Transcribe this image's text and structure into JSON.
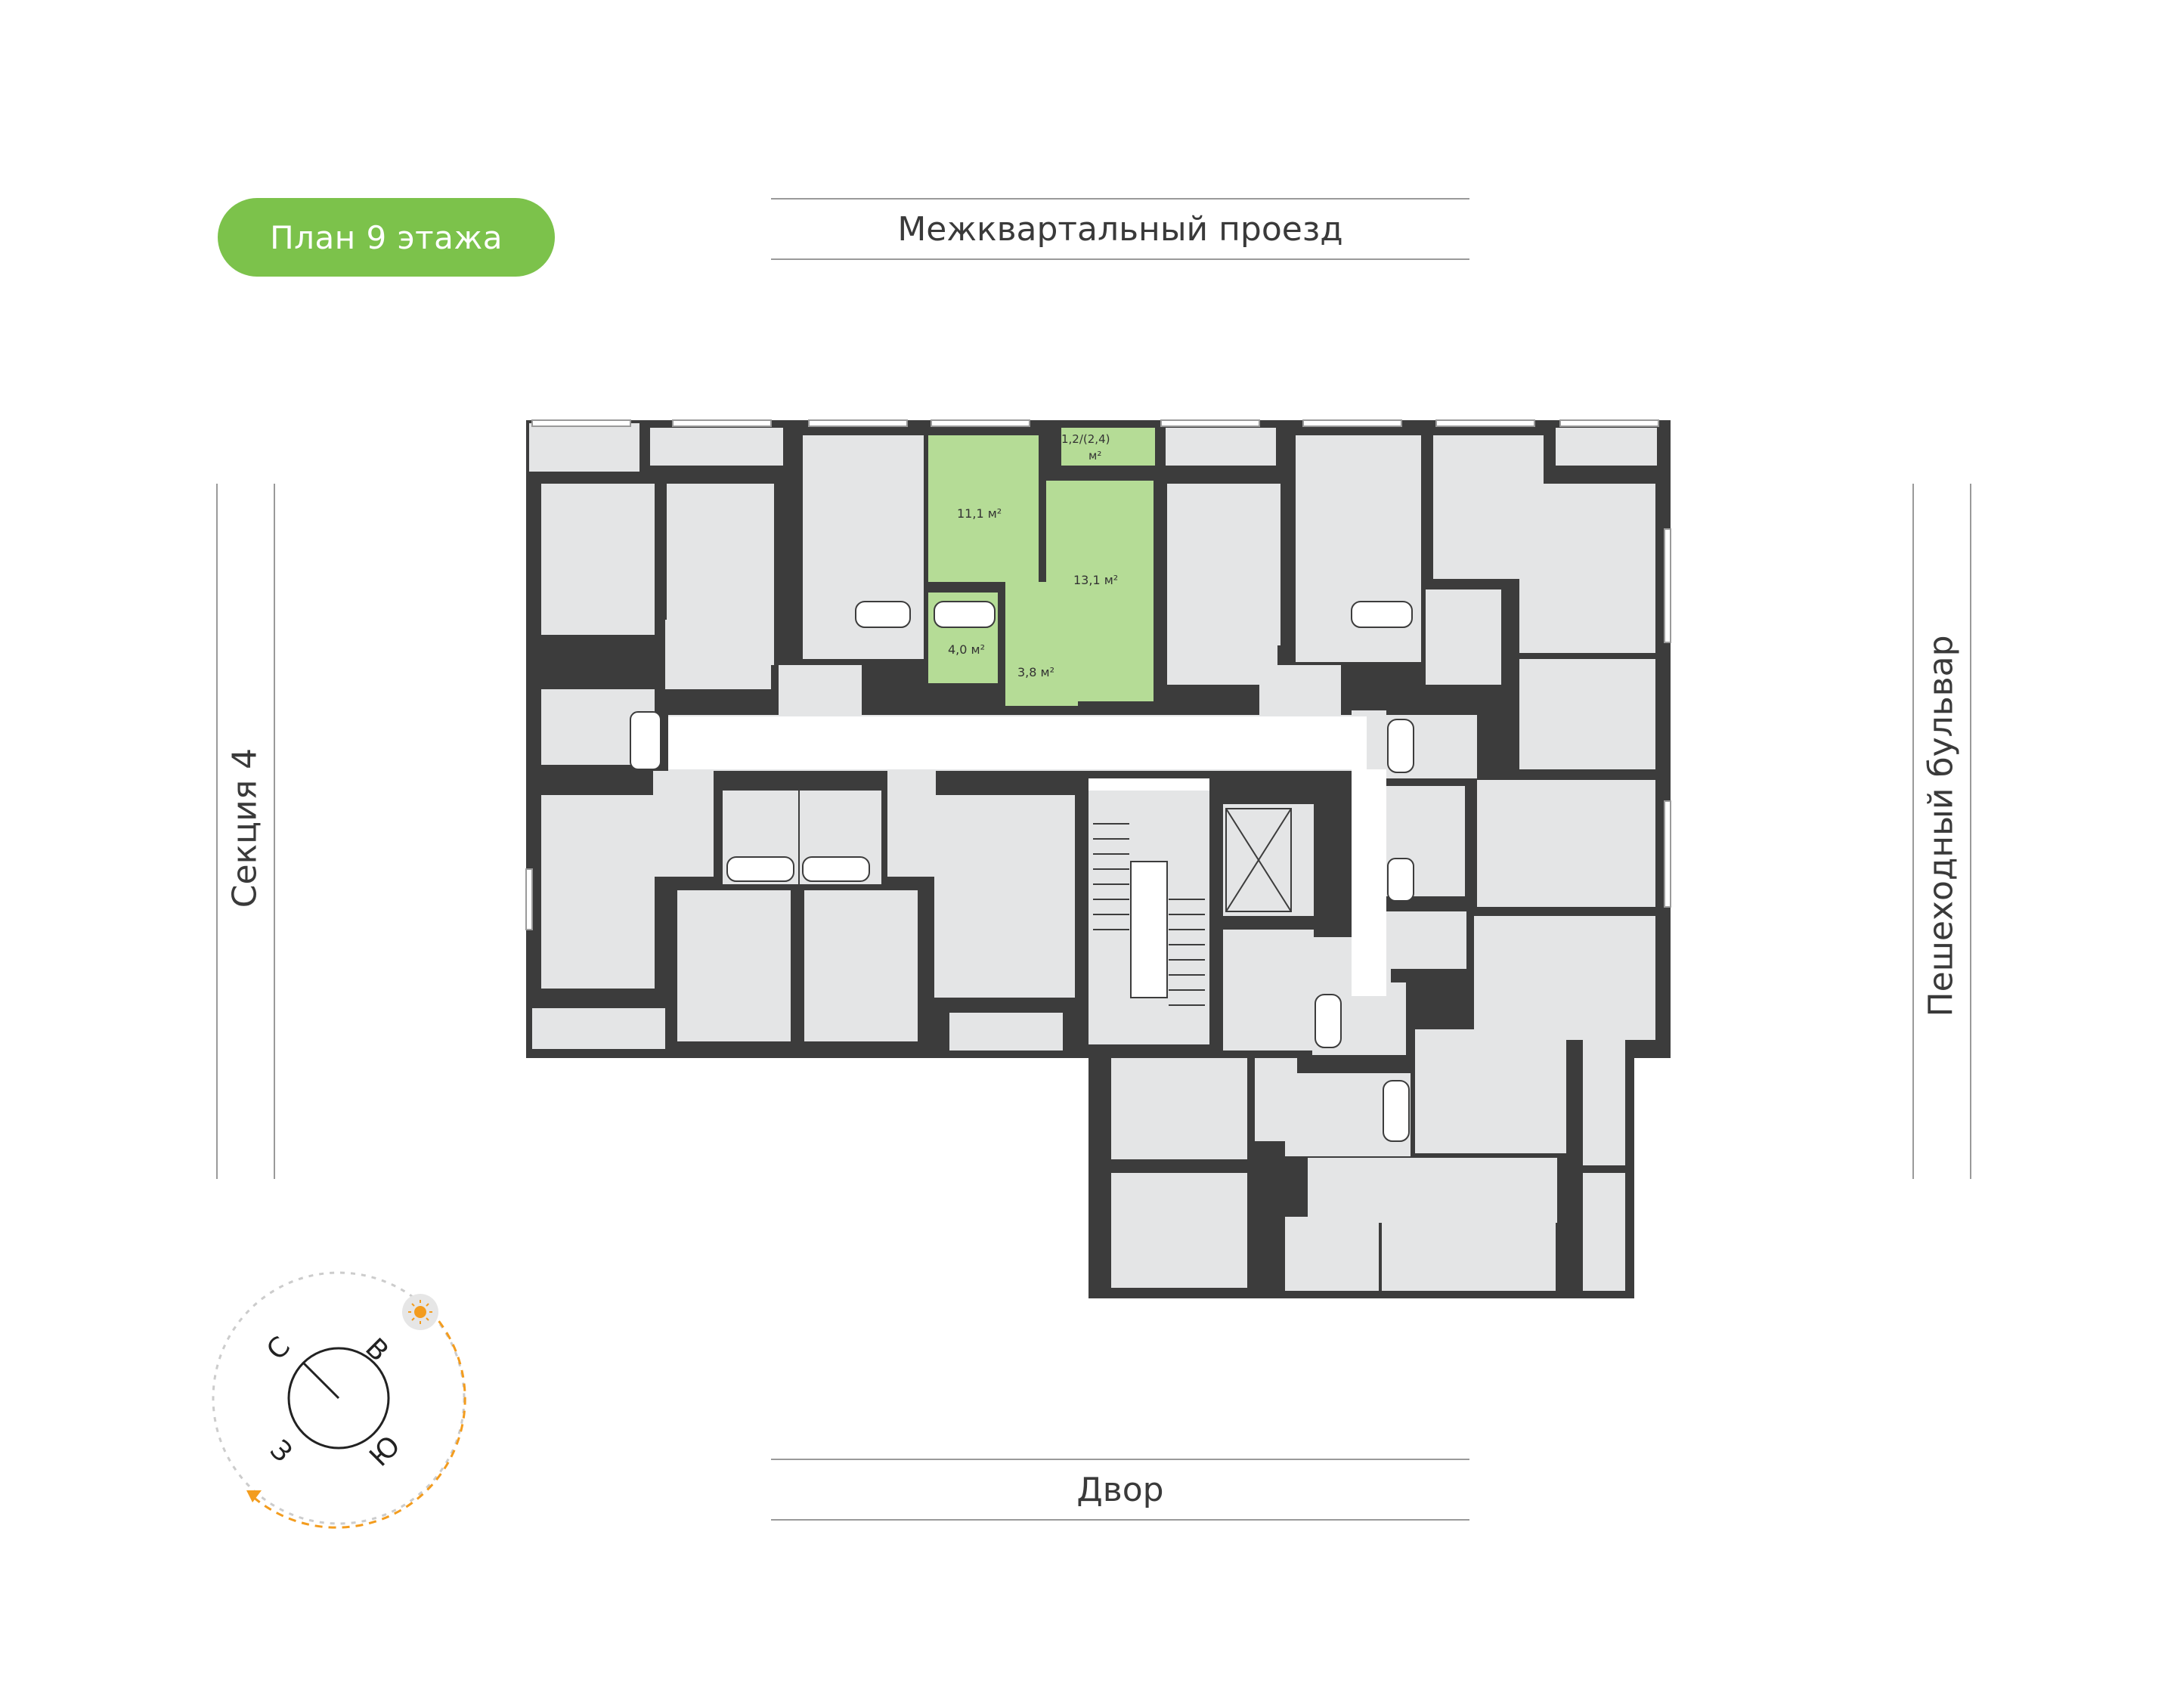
{
  "floor_label": "План 9 этажа",
  "streets": {
    "north": "Межквартальный проезд",
    "south": "Двор",
    "west": "Секция 4",
    "east": "Пешеходный бульвар"
  },
  "selected_apartment": {
    "rooms": [
      {
        "id": "room-a",
        "area": "11,1 м²"
      },
      {
        "id": "room-b",
        "area": "13,1 м²"
      },
      {
        "id": "bath",
        "area": "4,0 м²"
      },
      {
        "id": "hall",
        "area": "3,8 м²"
      }
    ],
    "balcony_area_line1": "1,2/(2,4)",
    "balcony_area_line2": "м²"
  },
  "compass": {
    "north": "С",
    "east": "В",
    "south": "Ю",
    "west": "З"
  },
  "colors": {
    "accent": "#7cc24b",
    "highlight": "#b5dc96",
    "room": "#e4e5e6",
    "wall": "#3c3c3c",
    "sun": "#f39c1e"
  }
}
